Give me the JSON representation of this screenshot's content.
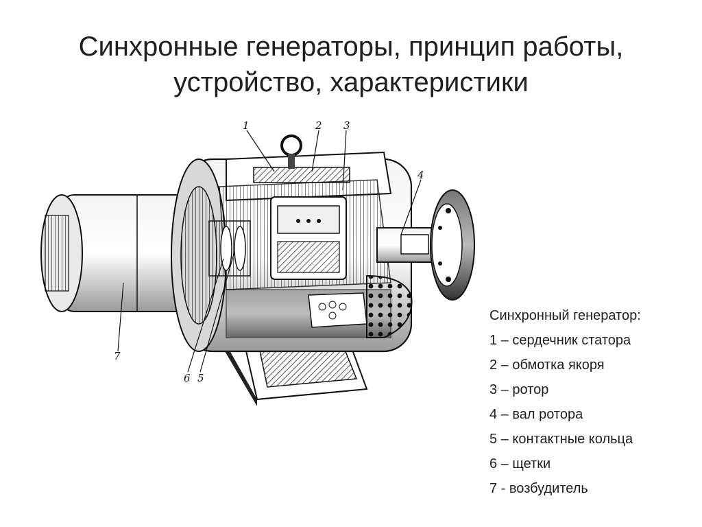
{
  "slide": {
    "title_line1": "Синхронные генераторы, принцип работы,",
    "title_line2": "устройство, характеристики"
  },
  "figure": {
    "callouts": [
      "1",
      "2",
      "3",
      "4",
      "5",
      "6",
      "7"
    ]
  },
  "legend": {
    "heading": "Синхронный генератор:",
    "items": [
      "1 – сердечник статора",
      "2 – обмотка якоря",
      "3 – ротор",
      "4 – вал ротора",
      "5 – контактные кольца",
      "6 – щетки",
      "7 - возбудитель"
    ]
  }
}
